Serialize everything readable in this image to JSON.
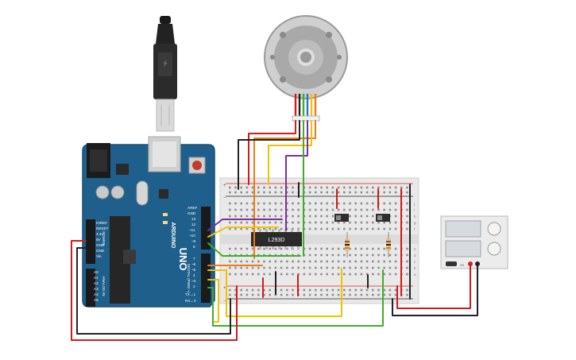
{
  "arduino": {
    "brand": "ARDUINO",
    "model": "UNO",
    "power_header": "POWER",
    "analog_header": "ANALOG IN",
    "digital_header": "DIGITAL (PWM ~)",
    "power_pins": [
      "IOREF",
      "RESET",
      "3.3V",
      "5V",
      "GND",
      "GND",
      "Vin"
    ],
    "analog_pins": [
      "A0",
      "A1",
      "A2",
      "A3",
      "A4",
      "A5"
    ],
    "top_pins": [
      "AREF",
      "GND",
      "13",
      "12",
      "~11",
      "~10",
      "~9",
      "8"
    ],
    "bottom_pins": [
      "7",
      "~6",
      "~5",
      "4",
      "~3",
      "2",
      "TX→1",
      "RX←0"
    ]
  },
  "breadboard": {
    "row_letters_left": [
      "j",
      "i",
      "h",
      "g",
      "f",
      "e",
      "d",
      "c",
      "b",
      "a"
    ],
    "plus": "+",
    "minus": "−"
  },
  "chip": {
    "label": "L293D"
  },
  "power_supply": {
    "button": "on"
  },
  "colors": {
    "board": "#1f5f8b",
    "board_dark": "#184d72",
    "wire_red": "#d21a1a",
    "wire_black": "#222222",
    "wire_yellow": "#f2c100",
    "wire_green": "#3fae2a",
    "wire_orange": "#ee7a14",
    "wire_purple": "#7b2f9e"
  }
}
